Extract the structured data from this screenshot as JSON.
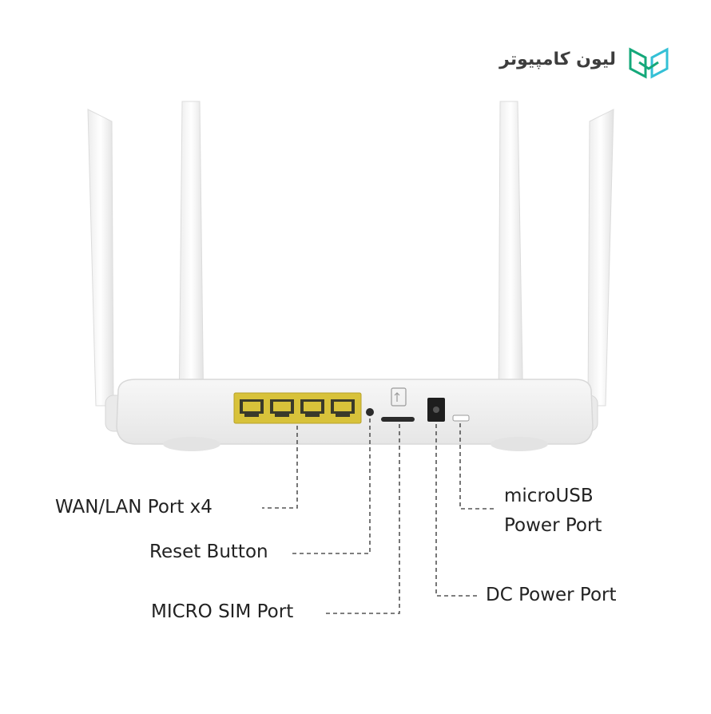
{
  "brand": {
    "logo_text": "لیون کامپیوتر",
    "logo_colors": [
      "#14a87a",
      "#34c0d6"
    ]
  },
  "callouts": {
    "wan_lan": "WAN/LAN Port x4",
    "reset": "Reset Button",
    "sim": "MICRO SIM Port",
    "microusb_line1": "microUSB",
    "microusb_line2": "Power Port",
    "dc": "DC Power Port"
  },
  "colors": {
    "router_body": "#f3f3f3",
    "ethernet_ports": "#d8c23a",
    "leader_lines": "#555555"
  }
}
